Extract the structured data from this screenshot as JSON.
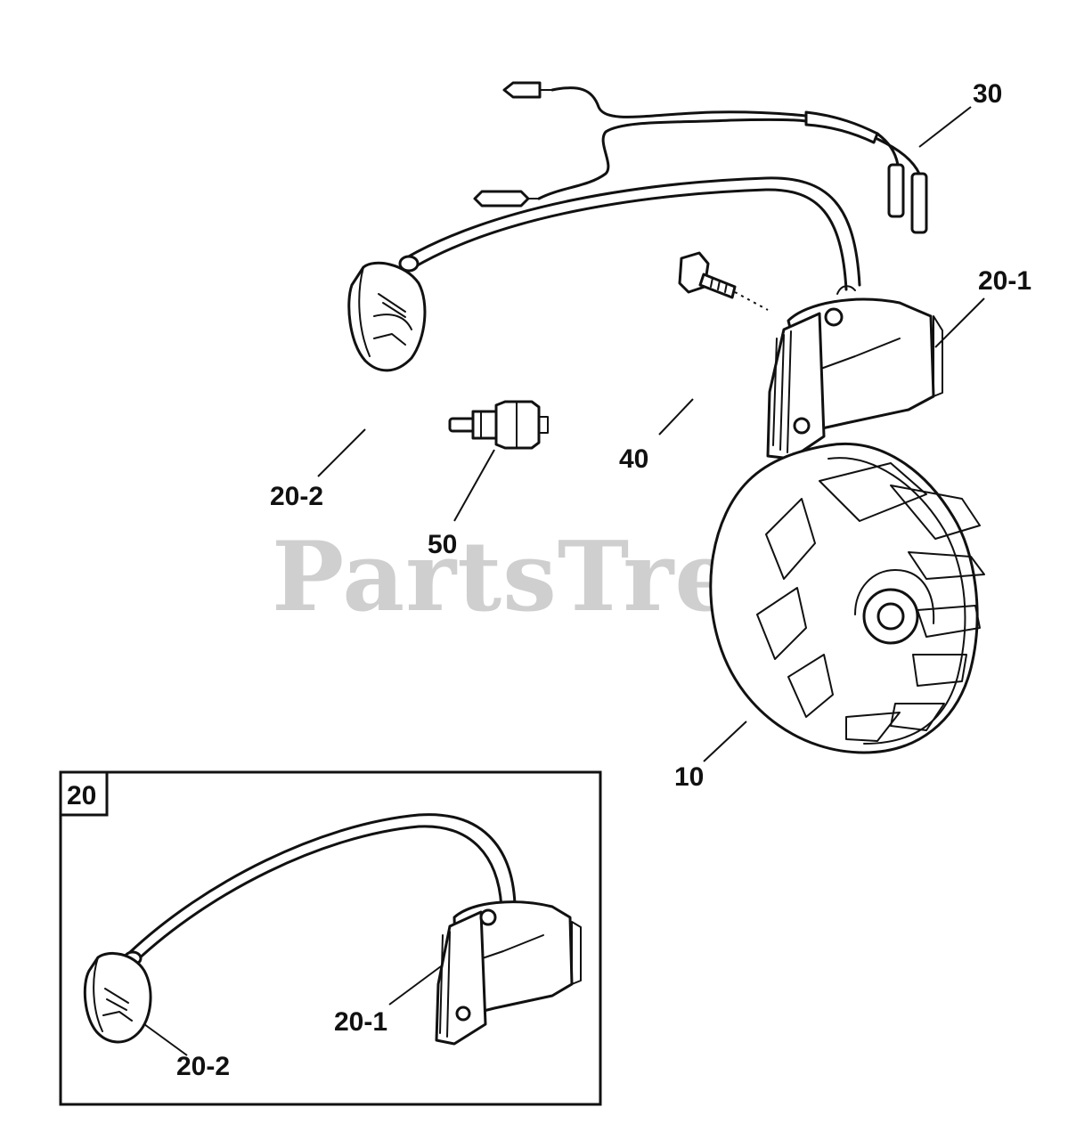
{
  "watermark": "PartsTree",
  "callouts": {
    "c30": "30",
    "c20_1": "20-1",
    "c40": "40",
    "c20_2": "20-2",
    "c50": "50",
    "c10": "10",
    "inset_title": "20",
    "inset_20_1": "20-1",
    "inset_20_2": "20-2"
  }
}
